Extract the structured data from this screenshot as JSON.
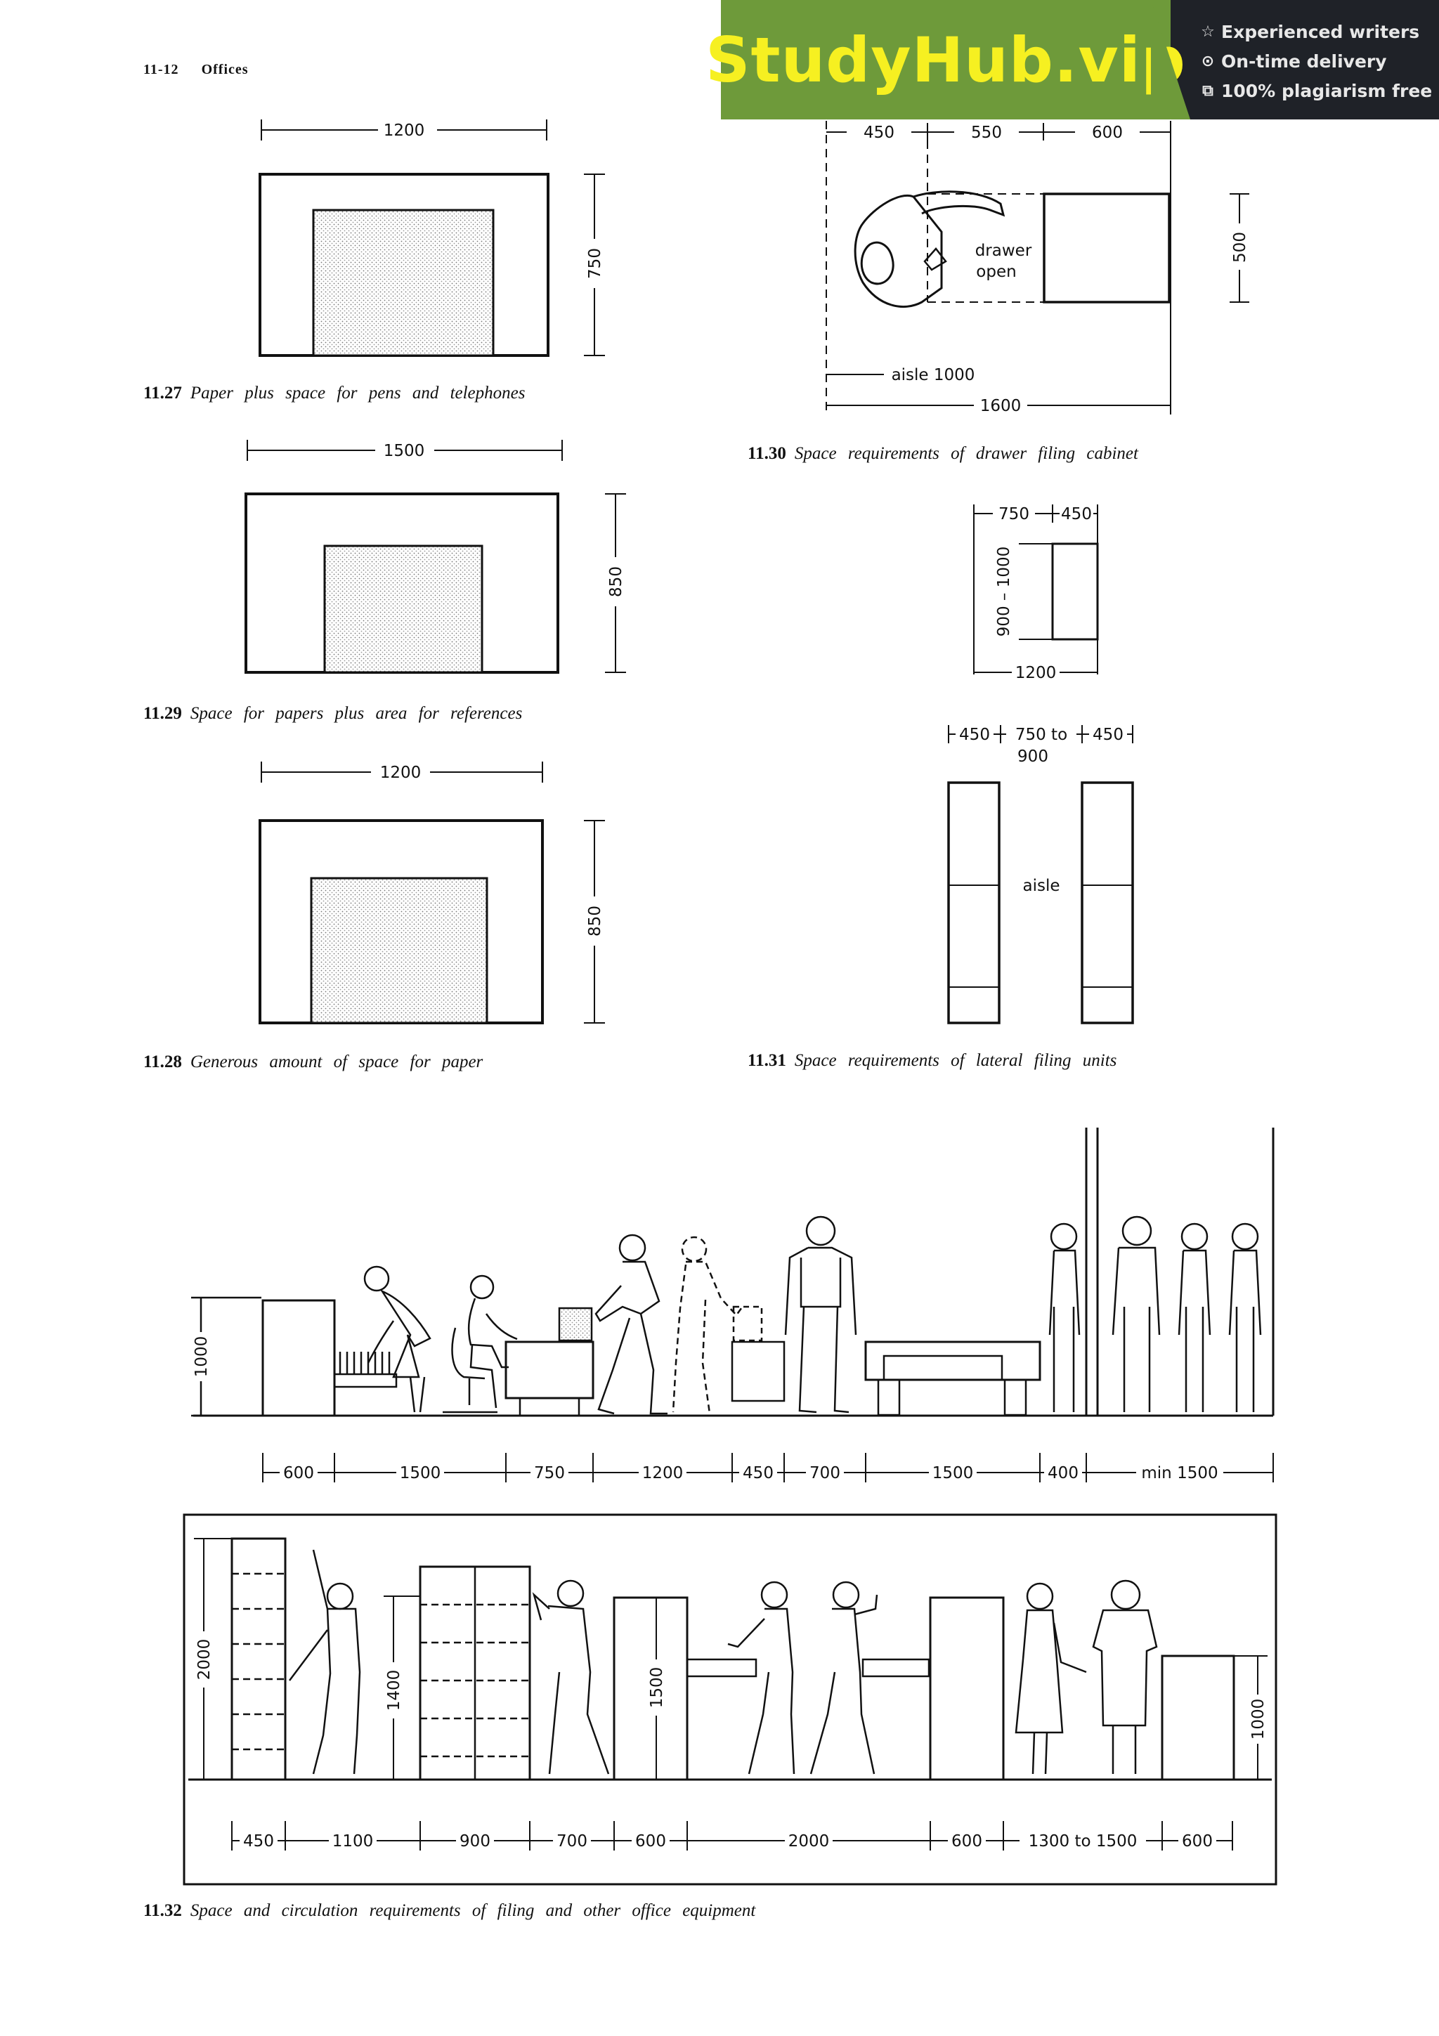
{
  "header": {
    "page": "11-12",
    "section": "Offices"
  },
  "banner": {
    "brand": "StudyHub.vip",
    "features": [
      {
        "icon": "star-icon",
        "label": "Experienced writers"
      },
      {
        "icon": "clock-icon",
        "label": "On-time delivery"
      },
      {
        "icon": "copy-icon",
        "label": "100% plagiarism free"
      }
    ],
    "colors": {
      "brand_bg": "#6e9a3a",
      "brand_text": "#f6f021",
      "panel_bg": "#1f2228"
    }
  },
  "captions": {
    "c27": {
      "num": "11.27",
      "text": "Paper plus space for pens and telephones"
    },
    "c29": {
      "num": "11.29",
      "text": "Space for papers plus area for references"
    },
    "c28": {
      "num": "11.28",
      "text": "Generous amount of space for paper"
    },
    "c30": {
      "num": "11.30",
      "text": "Space requirements of drawer filing cabinet"
    },
    "c31": {
      "num": "11.31",
      "text": "Space requirements of lateral filing units"
    },
    "c32": {
      "num": "11.32",
      "text": "Space and circulation requirements of filing and other office equipment"
    }
  },
  "fig27": {
    "width": "1200",
    "height": "750"
  },
  "fig29": {
    "width": "1500",
    "height": "850"
  },
  "fig28": {
    "width": "1200",
    "height": "850"
  },
  "fig30": {
    "d1": "450",
    "d2": "550",
    "d3": "600",
    "depth": "500",
    "label_line1": "drawer",
    "label_line2": "open",
    "aisle": "aisle 1000",
    "total": "1600"
  },
  "fig30b": {
    "w1": "750",
    "w2": "450",
    "h": "900 – 1000",
    "total": "1200"
  },
  "fig31": {
    "left": "450",
    "gap_line1": "750 to",
    "gap_line2": "900",
    "right": "450",
    "aisle": "aisle"
  },
  "fig32a": {
    "height": "1000",
    "dims": [
      "600",
      "1500",
      "750",
      "1200",
      "450",
      "700",
      "1500",
      "400",
      "min 1500"
    ]
  },
  "fig32b": {
    "h_left": "2000",
    "h_mid": "1400",
    "h_unit": "1500",
    "h_right": "1000",
    "dims": [
      "450",
      "1100",
      "900",
      "700",
      "600",
      "2000",
      "600",
      "1300 to 1500",
      "600"
    ]
  }
}
